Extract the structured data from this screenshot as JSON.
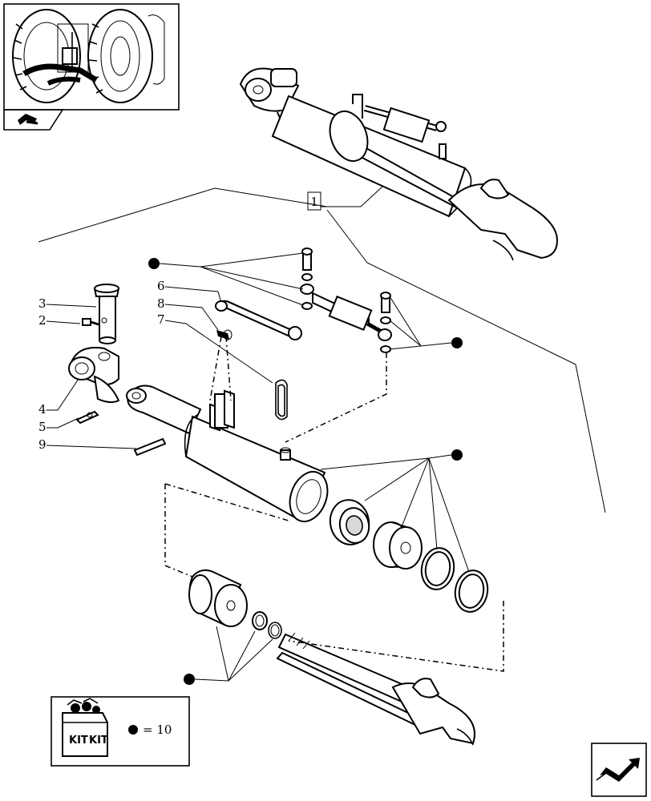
{
  "thumbnail": {
    "icon": "tractor-rear-thumbnail"
  },
  "callout_main": "1",
  "callouts": {
    "c2": "2",
    "c3": "3",
    "c4": "4",
    "c5": "5",
    "c6": "6",
    "c7": "7",
    "c8": "8",
    "c9": "9"
  },
  "kit_legend": {
    "icon": "kit-box-icon",
    "kit_text_1": "KIT",
    "kit_text_2": "KIT",
    "equals_text": "= 10"
  },
  "nav": {
    "prev_icon": "arrow-back-icon",
    "next_icon": "arrow-next-icon"
  },
  "colors": {
    "line": "#000000",
    "background": "#ffffff",
    "fill": "#d9d9d9"
  }
}
